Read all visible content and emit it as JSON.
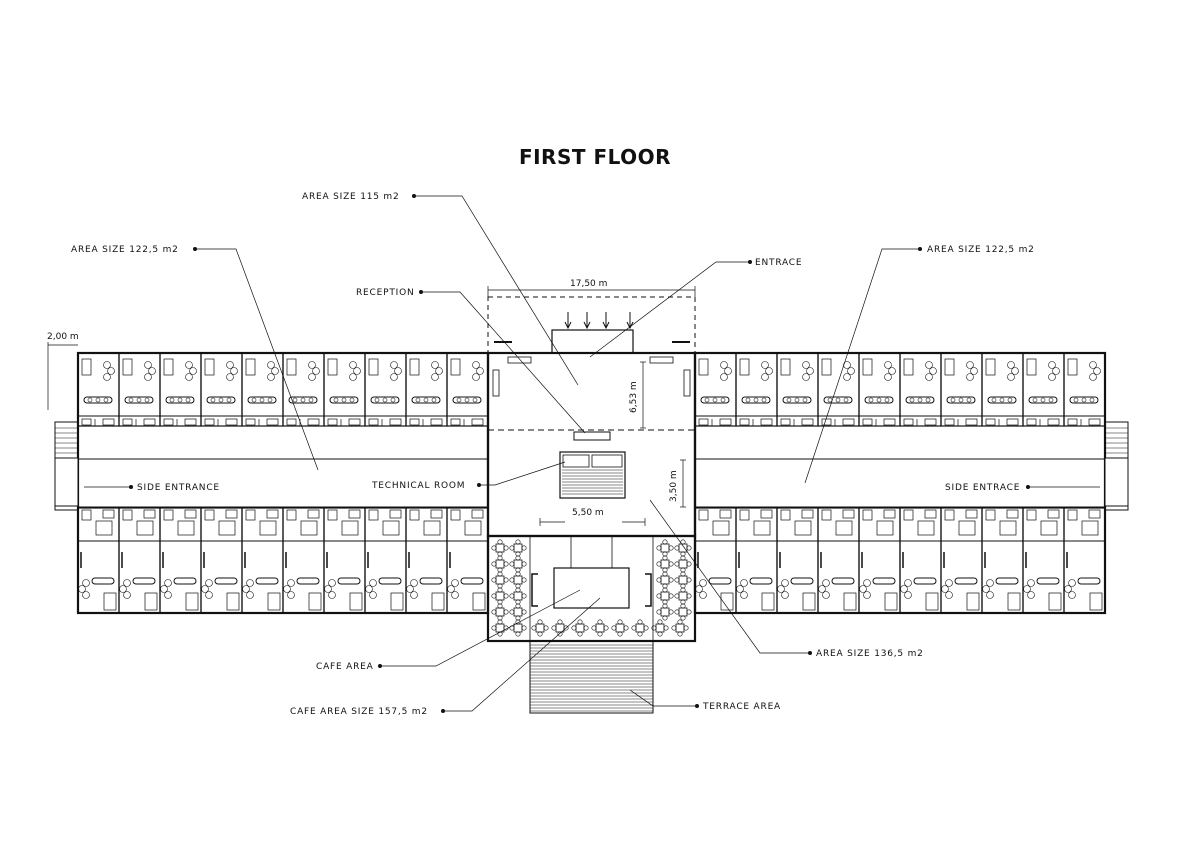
{
  "title": "FIRST FLOOR",
  "annotations": {
    "area_top": "AREA SIZE 115 m2",
    "area_left": "AREA SIZE 122,5 m2",
    "area_right": "AREA SIZE 122,5 m2",
    "entrance": "ENTRACE",
    "reception": "RECEPTION",
    "technical_room": "TECHNICAL ROOM",
    "side_entrance_left": "SIDE ENTRANCE",
    "side_entrance_right": "SIDE ENTRACE",
    "area_bottom_right": "AREA SIZE 136,5 m2",
    "cafe_area": "CAFE AREA",
    "cafe_area_size": "CAFE AREA SIZE 157,5 m2",
    "terrace_area": "TERRACE AREA"
  },
  "dimensions": {
    "width_top": "17,50 m",
    "corridor_width": "2,00 m",
    "lobby_depth": "6,53 m",
    "stair_height": "3,50 m",
    "stair_width": "5,50 m"
  }
}
